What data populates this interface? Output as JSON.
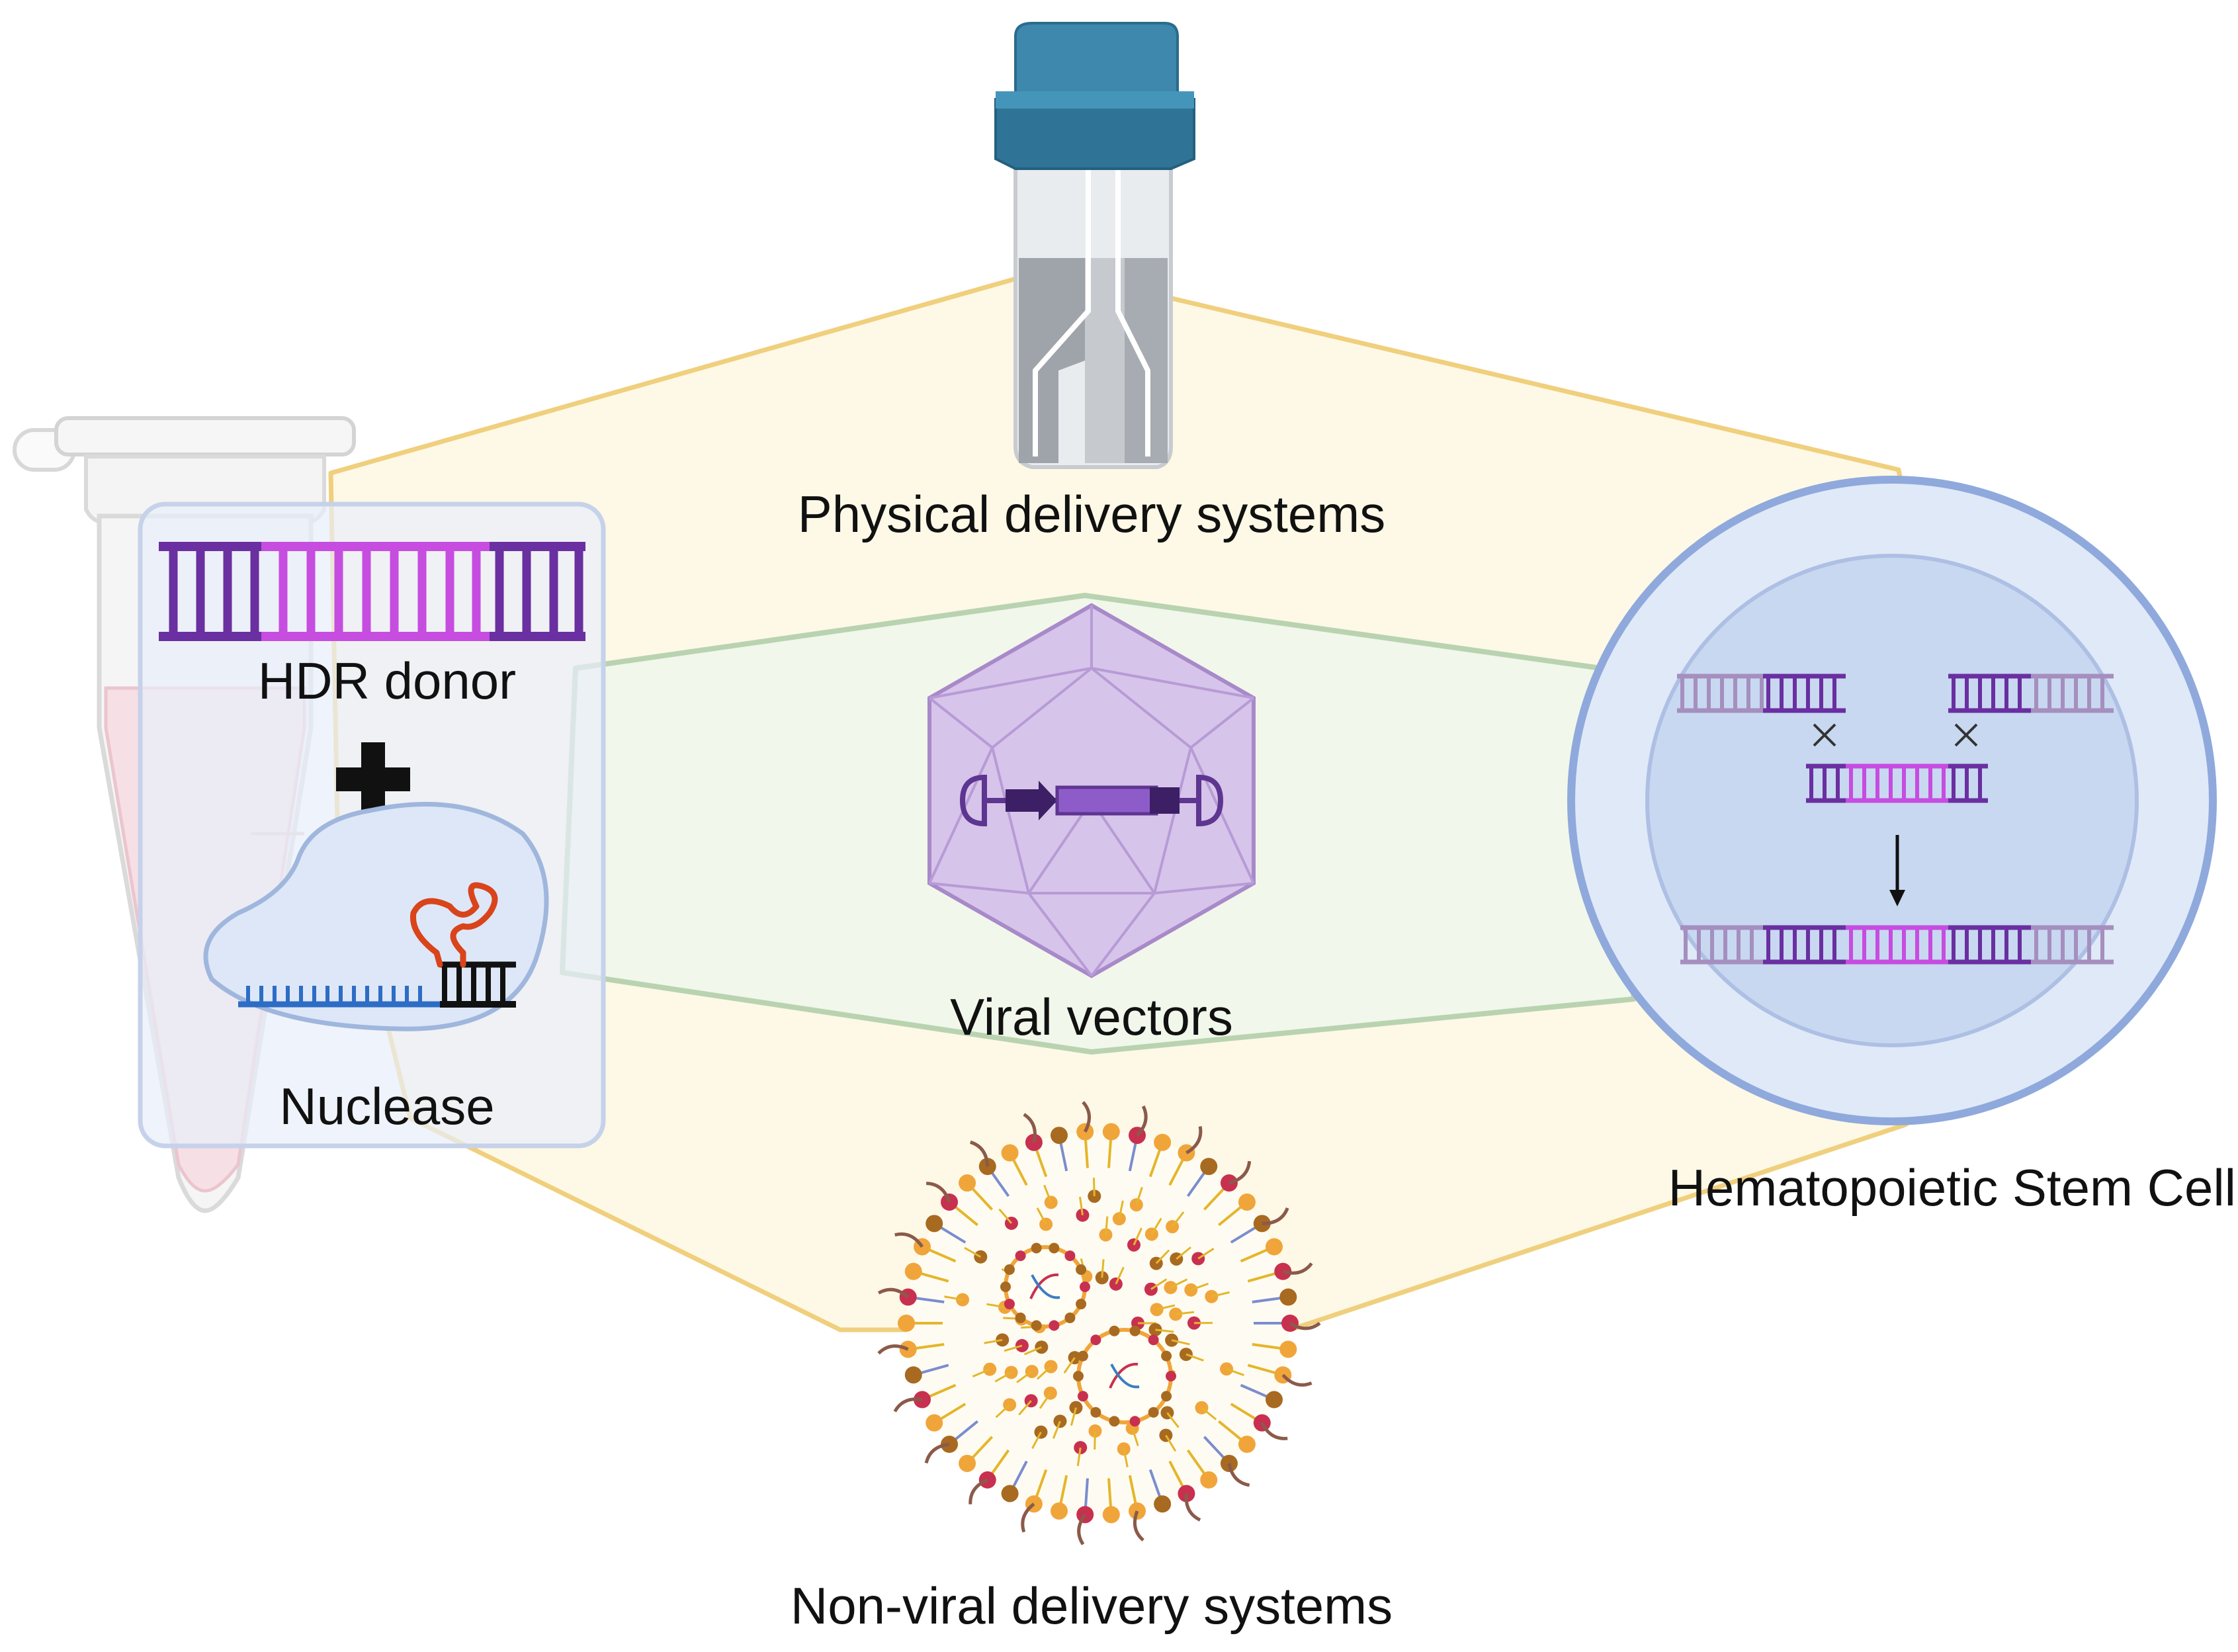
{
  "labels": {
    "physical_delivery": "Physical delivery systems",
    "viral_vectors": "Viral vectors",
    "non_viral_delivery": "Non-viral delivery systems",
    "hsc": "Hematopoietic Stem Cell",
    "hdr_donor": "HDR donor",
    "nuclease": "Nuclease"
  },
  "icons": {
    "cuvette": "electroporation-cuvette-icon",
    "tube": "microcentrifuge-tube-icon",
    "virus": "icosahedral-virus-capsid-icon",
    "lnp": "lipid-nanoparticle-icon",
    "cell": "stem-cell-icon",
    "dna": "dna-duplex-icon",
    "grna": "guide-rna-icon"
  },
  "colors": {
    "yellow_band": "#f0cf7d",
    "green_band": "#b9d3b0",
    "cell_blue": "#8fa9dc",
    "purple": "#6a2fa0",
    "magenta": "#c64de0",
    "cuvette_blue": "#3a84a4",
    "capsid_purple": "#c7aee0"
  }
}
